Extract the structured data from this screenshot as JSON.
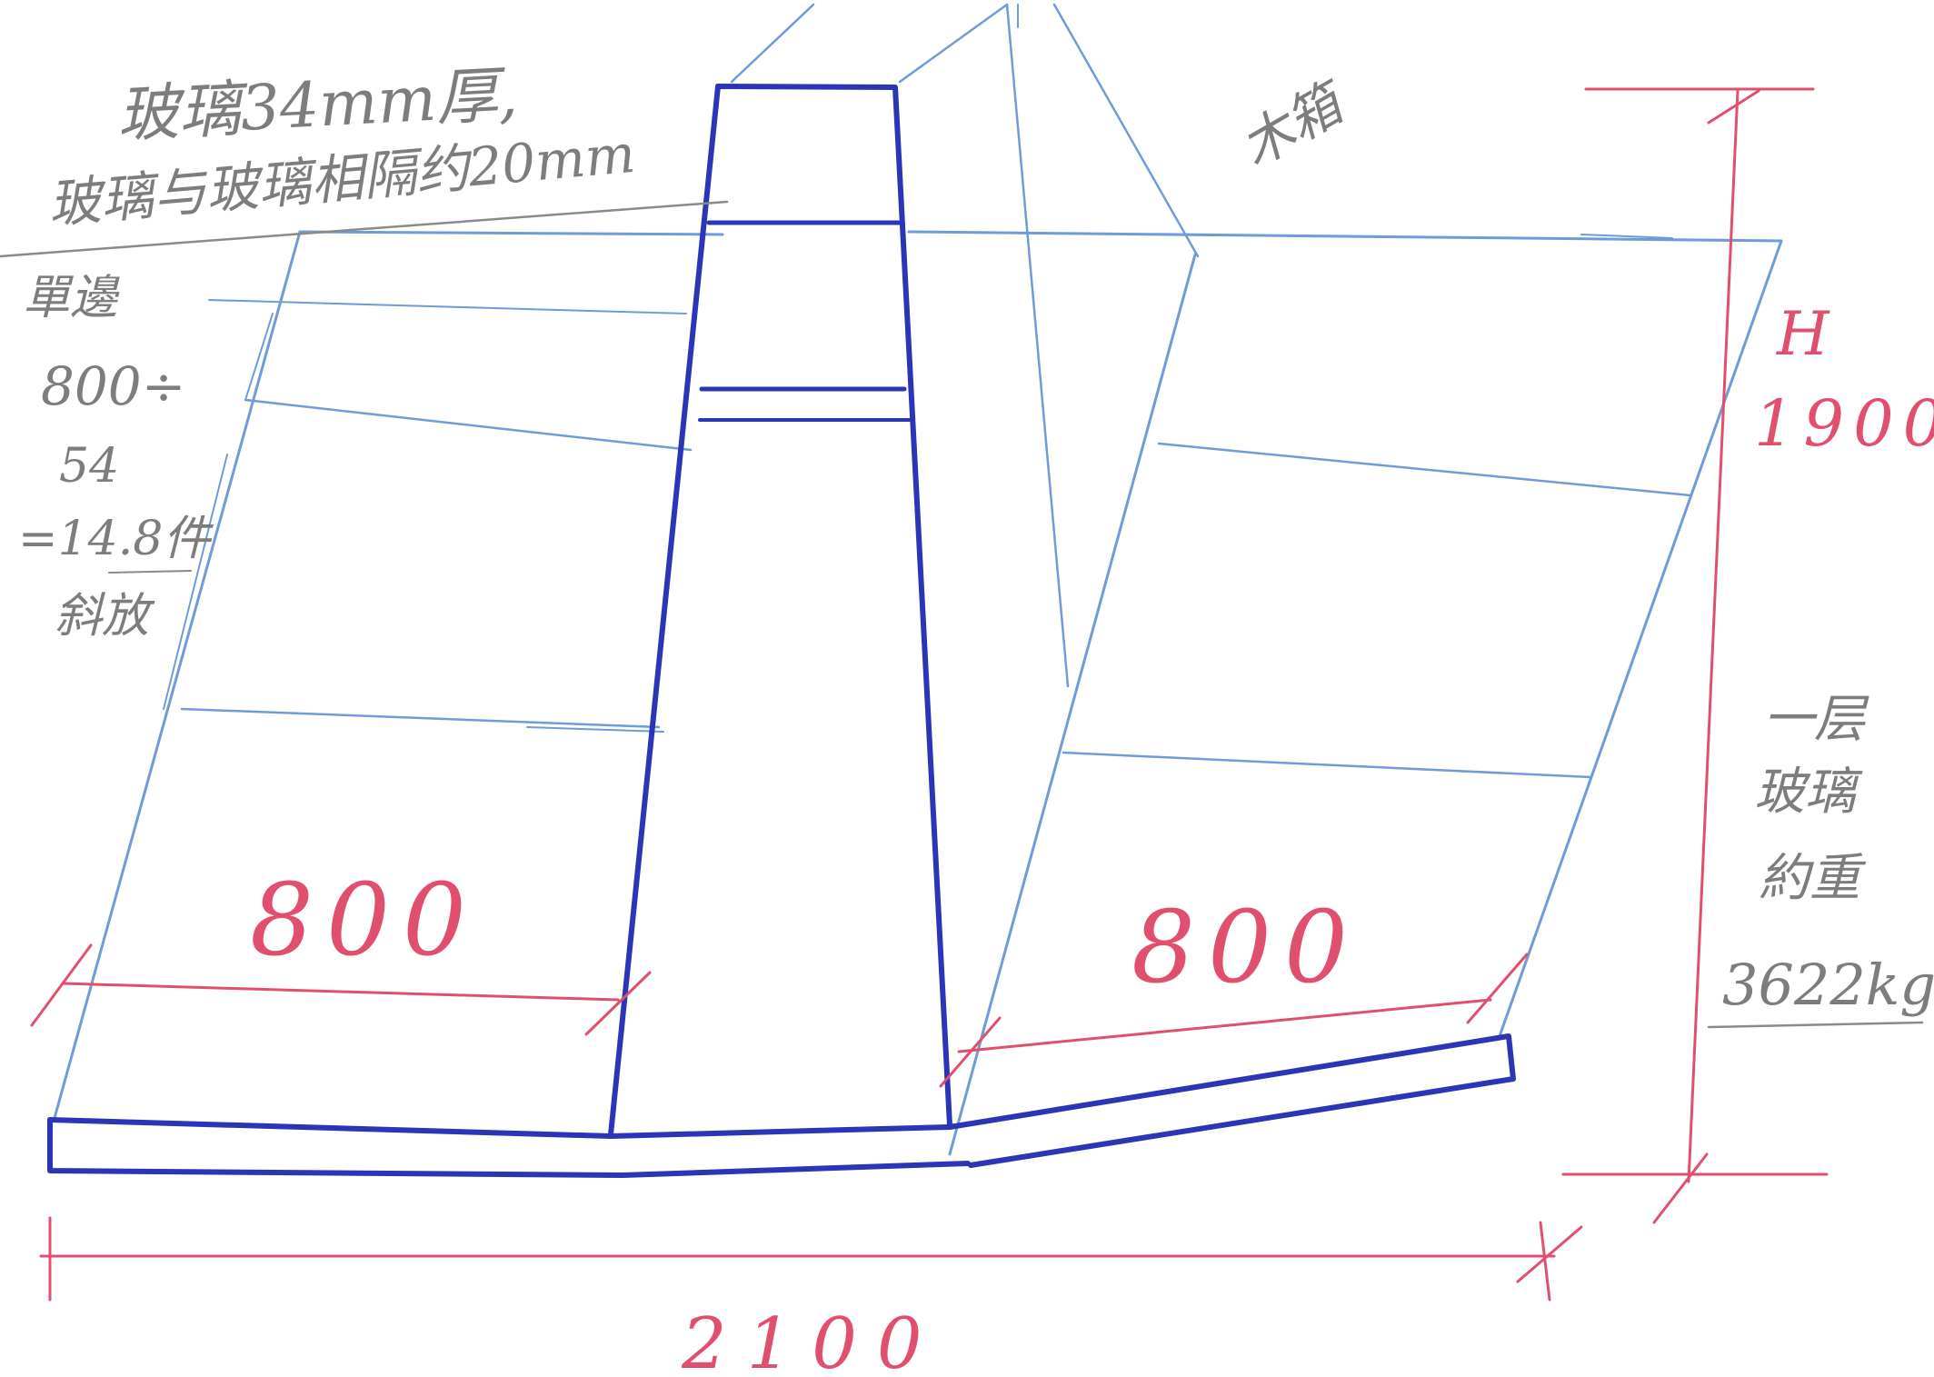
{
  "notes": {
    "glass_spec_line1": "玻璃34mm厚,",
    "glass_spec_line2": "玻璃与玻璃相隔约20mm",
    "crate_label": "木箱",
    "per_side_line1": "單邊",
    "per_side_line2": "800÷",
    "per_side_line3": "54",
    "per_side_line4": "=14.8件",
    "per_side_line5": "斜放",
    "weight_line1": "一层",
    "weight_line2": "玻璃",
    "weight_line3": "約重",
    "weight_line4": "3622kg"
  },
  "dimensions": {
    "height_label": "H",
    "height_value": "1900",
    "left_width": "800",
    "right_width": "800",
    "total_width": "2100"
  },
  "colors": {
    "glass_panel": "#6f9bd8",
    "frame": "#2b35b5",
    "dimension": "#e0506e",
    "notes": "#7d7d7d"
  }
}
